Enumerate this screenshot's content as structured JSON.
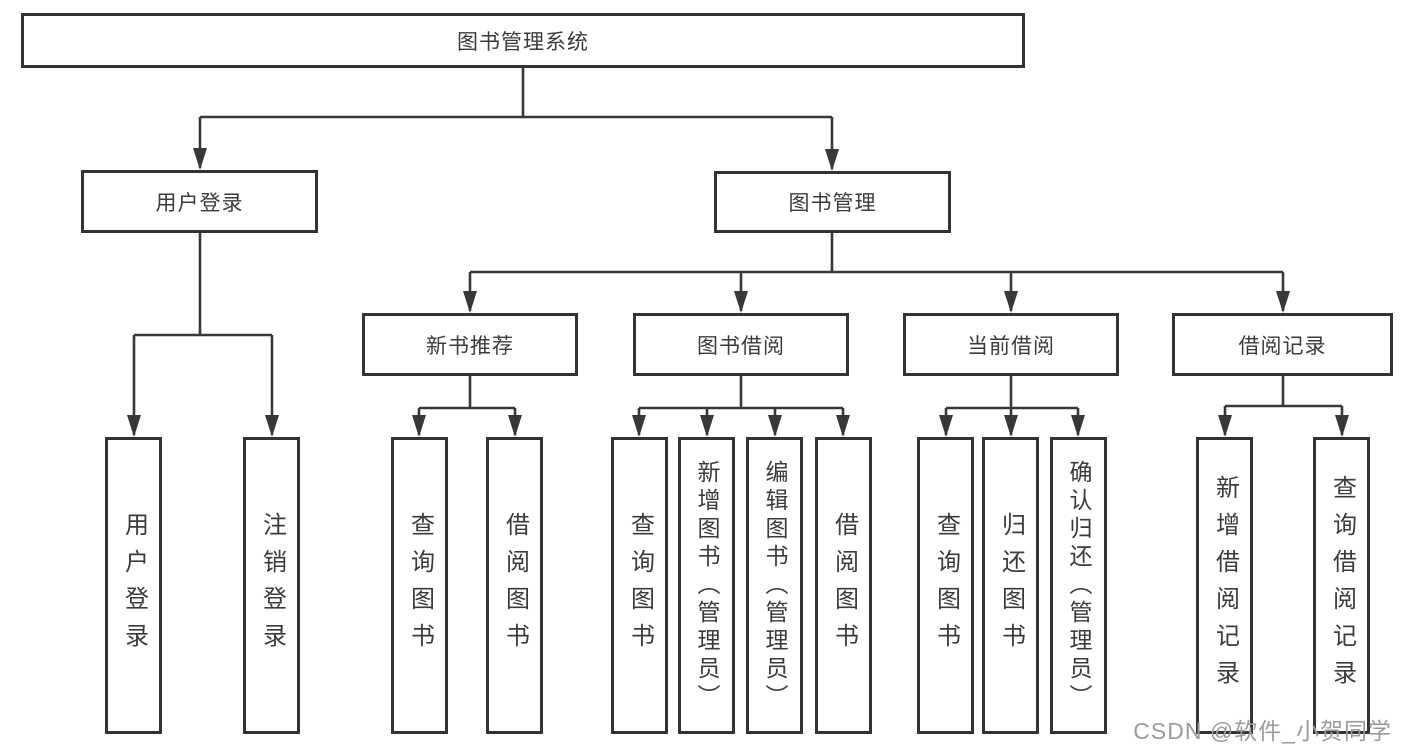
{
  "tree": {
    "root": {
      "label": "图书管理系统"
    },
    "branches": [
      {
        "label": "用户登录",
        "children": [
          {
            "label": "用户登录"
          },
          {
            "label": "注销登录"
          }
        ]
      },
      {
        "label": "图书管理",
        "sections": [
          {
            "label": "新书推荐",
            "children": [
              {
                "label": "查询图书"
              },
              {
                "label": "借阅图书"
              }
            ]
          },
          {
            "label": "图书借阅",
            "children": [
              {
                "label": "查询图书"
              },
              {
                "label": "新增图书（管理员）"
              },
              {
                "label": "编辑图书（管理员）"
              },
              {
                "label": "借阅图书"
              }
            ]
          },
          {
            "label": "当前借阅",
            "children": [
              {
                "label": "查询图书"
              },
              {
                "label": "归还图书"
              },
              {
                "label": "确认归还（管理员）"
              }
            ]
          },
          {
            "label": "借阅记录",
            "children": [
              {
                "label": "新增借阅记录"
              },
              {
                "label": "查询借阅记录"
              }
            ]
          }
        ]
      }
    ]
  },
  "watermark": "CSDN @软件_小贺同学",
  "colors": {
    "line": "#383838",
    "box_border": "#333333",
    "text": "#3b3b3b",
    "background": "#ffffff",
    "watermark": "#9b9b9b"
  }
}
